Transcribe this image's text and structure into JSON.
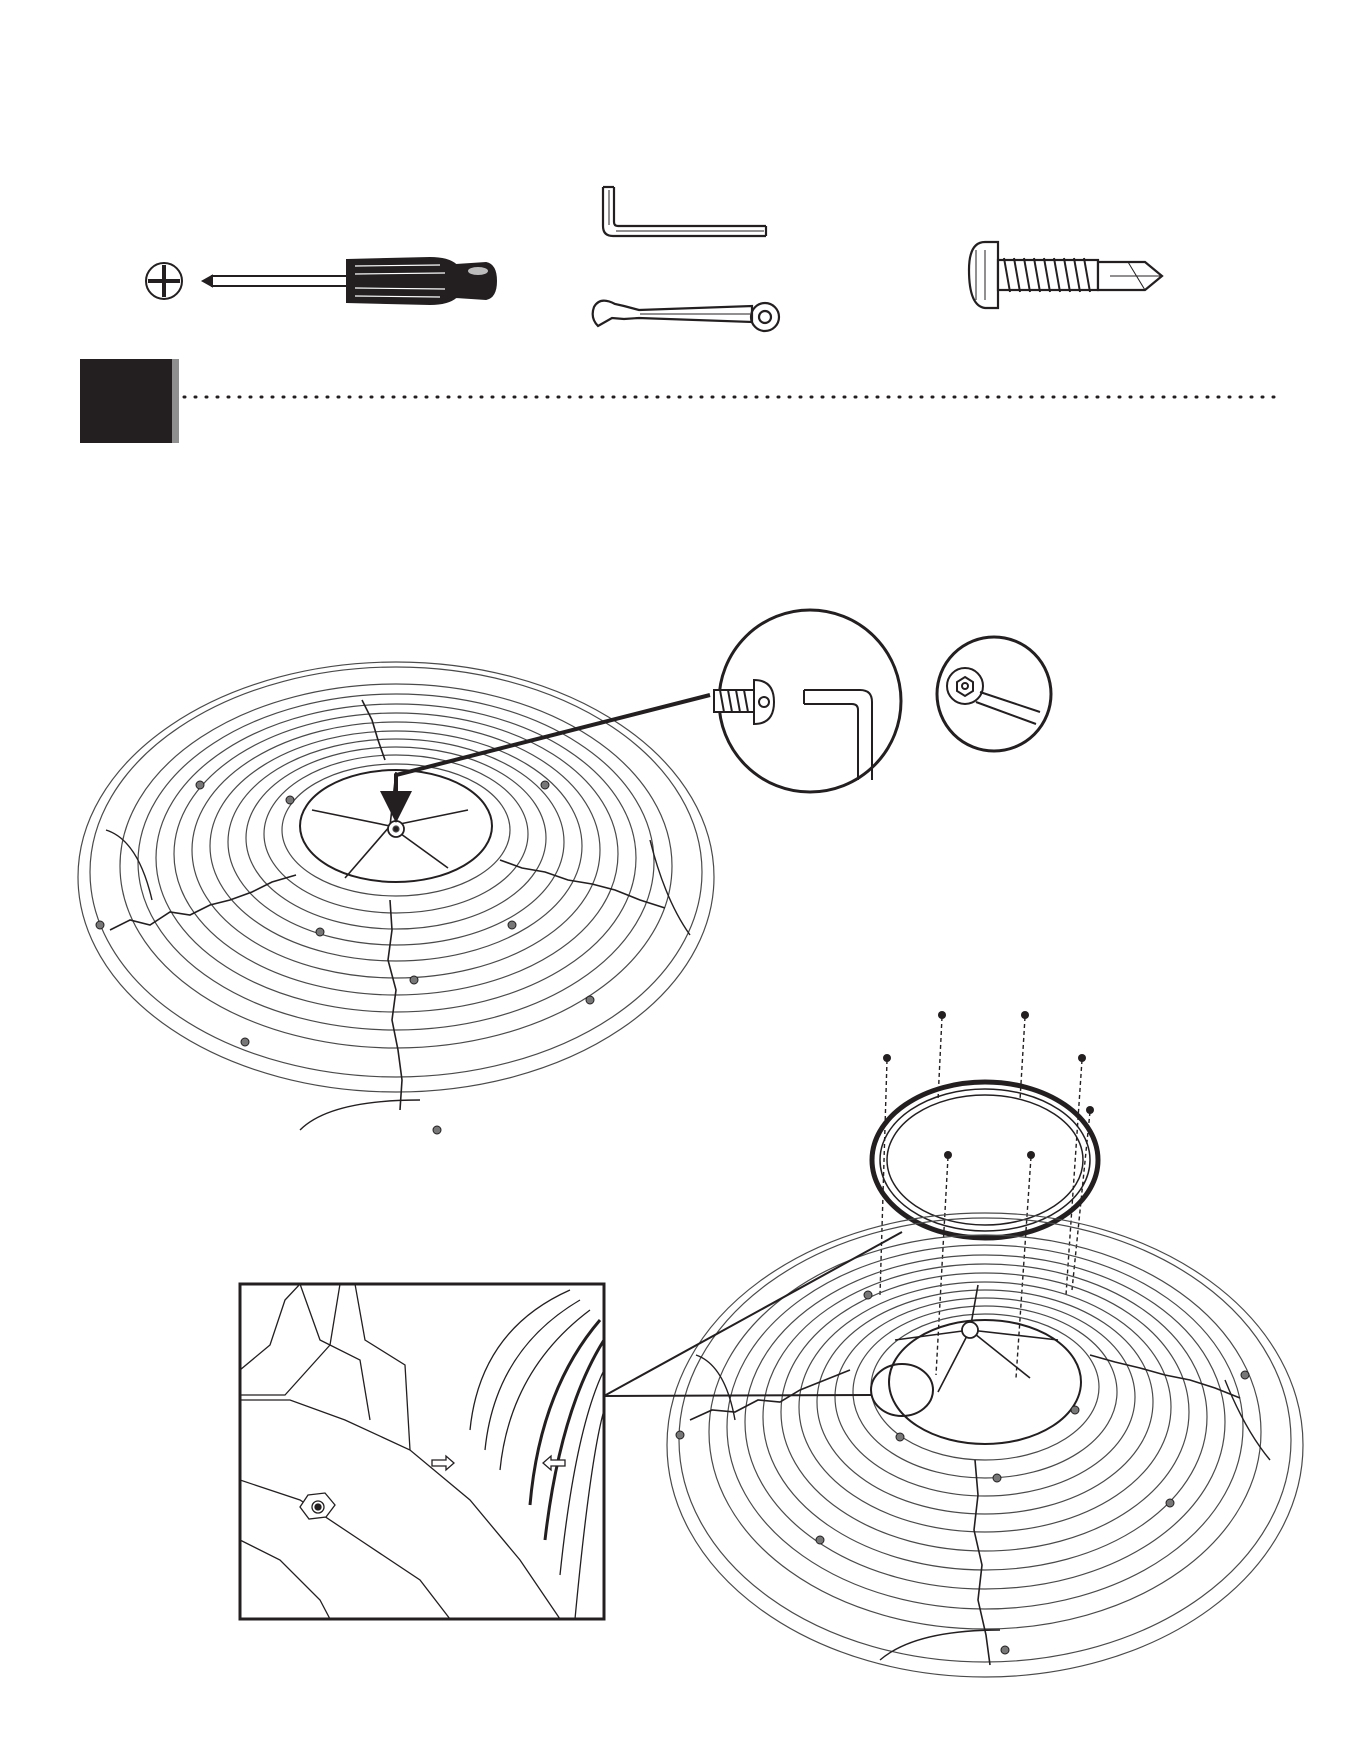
{
  "page": {
    "background": "#ffffff",
    "ink": "#231f20"
  },
  "tools": [
    {
      "name": "phillips-screwdriver",
      "icon": "phillips-screwdriver-icon"
    },
    {
      "name": "allen-wrench",
      "icon": "allen-wrench-icon"
    },
    {
      "name": "combination-wrench",
      "icon": "wrench-icon"
    },
    {
      "name": "self-drilling-screw",
      "icon": "screw-icon"
    }
  ],
  "step": {
    "number": "",
    "block_color": "#231f20",
    "edge_color": "#8f8f8f"
  },
  "callouts": [
    {
      "name": "bolt-and-allen-key-detail"
    },
    {
      "name": "nut-and-wrench-detail"
    },
    {
      "name": "ring-alignment-detail"
    }
  ]
}
